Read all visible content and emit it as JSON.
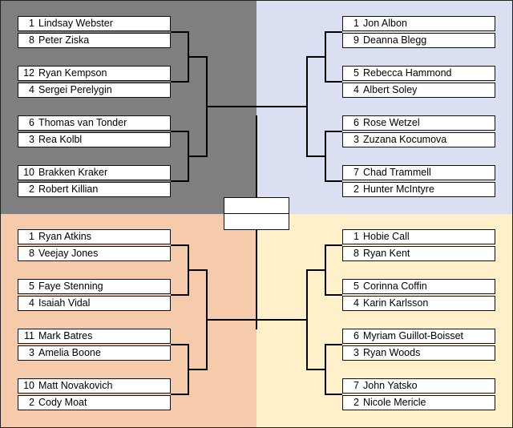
{
  "colors": {
    "top_left": "#7f7f7f",
    "top_right": "#dae0f2",
    "bottom_left": "#f5cbab",
    "bottom_right": "#fff0ca"
  },
  "regions": [
    {
      "id": "top-left",
      "matchups": [
        [
          {
            "seed": "1",
            "name": "Lindsay Webster"
          },
          {
            "seed": "8",
            "name": "Peter Ziska"
          }
        ],
        [
          {
            "seed": "12",
            "name": "Ryan Kempson"
          },
          {
            "seed": "4",
            "name": "Sergei Perelygin"
          }
        ],
        [
          {
            "seed": "6",
            "name": "Thomas van Tonder"
          },
          {
            "seed": "3",
            "name": "Rea Kolbl"
          }
        ],
        [
          {
            "seed": "10",
            "name": "Brakken Kraker"
          },
          {
            "seed": "2",
            "name": "Robert Killian"
          }
        ]
      ]
    },
    {
      "id": "top-right",
      "matchups": [
        [
          {
            "seed": "1",
            "name": "Jon Albon"
          },
          {
            "seed": "9",
            "name": "Deanna Blegg"
          }
        ],
        [
          {
            "seed": "5",
            "name": "Rebecca Hammond"
          },
          {
            "seed": "4",
            "name": "Albert Soley"
          }
        ],
        [
          {
            "seed": "6",
            "name": "Rose Wetzel"
          },
          {
            "seed": "3",
            "name": "Zuzana Kocumova"
          }
        ],
        [
          {
            "seed": "7",
            "name": "Chad Trammell"
          },
          {
            "seed": "2",
            "name": "Hunter McIntyre"
          }
        ]
      ]
    },
    {
      "id": "bottom-left",
      "matchups": [
        [
          {
            "seed": "1",
            "name": "Ryan Atkins"
          },
          {
            "seed": "8",
            "name": "Veejay Jones"
          }
        ],
        [
          {
            "seed": "5",
            "name": "Faye Stenning"
          },
          {
            "seed": "4",
            "name": "Isaiah Vidal"
          }
        ],
        [
          {
            "seed": "11",
            "name": "Mark Batres"
          },
          {
            "seed": "3",
            "name": "Amelia Boone"
          }
        ],
        [
          {
            "seed": "10",
            "name": "Matt Novakovich"
          },
          {
            "seed": "2",
            "name": "Cody Moat"
          }
        ]
      ]
    },
    {
      "id": "bottom-right",
      "matchups": [
        [
          {
            "seed": "1",
            "name": "Hobie Call"
          },
          {
            "seed": "8",
            "name": "Ryan Kent"
          }
        ],
        [
          {
            "seed": "5",
            "name": "Corinna Coffin"
          },
          {
            "seed": "4",
            "name": "Karin Karlsson"
          }
        ],
        [
          {
            "seed": "6",
            "name": "Myriam Guillot-Boisset"
          },
          {
            "seed": "3",
            "name": "Ryan Woods"
          }
        ],
        [
          {
            "seed": "7",
            "name": "John Yatsko"
          },
          {
            "seed": "2",
            "name": "Nicole Mericle"
          }
        ]
      ]
    }
  ],
  "championship": {
    "top": "",
    "bottom": ""
  }
}
